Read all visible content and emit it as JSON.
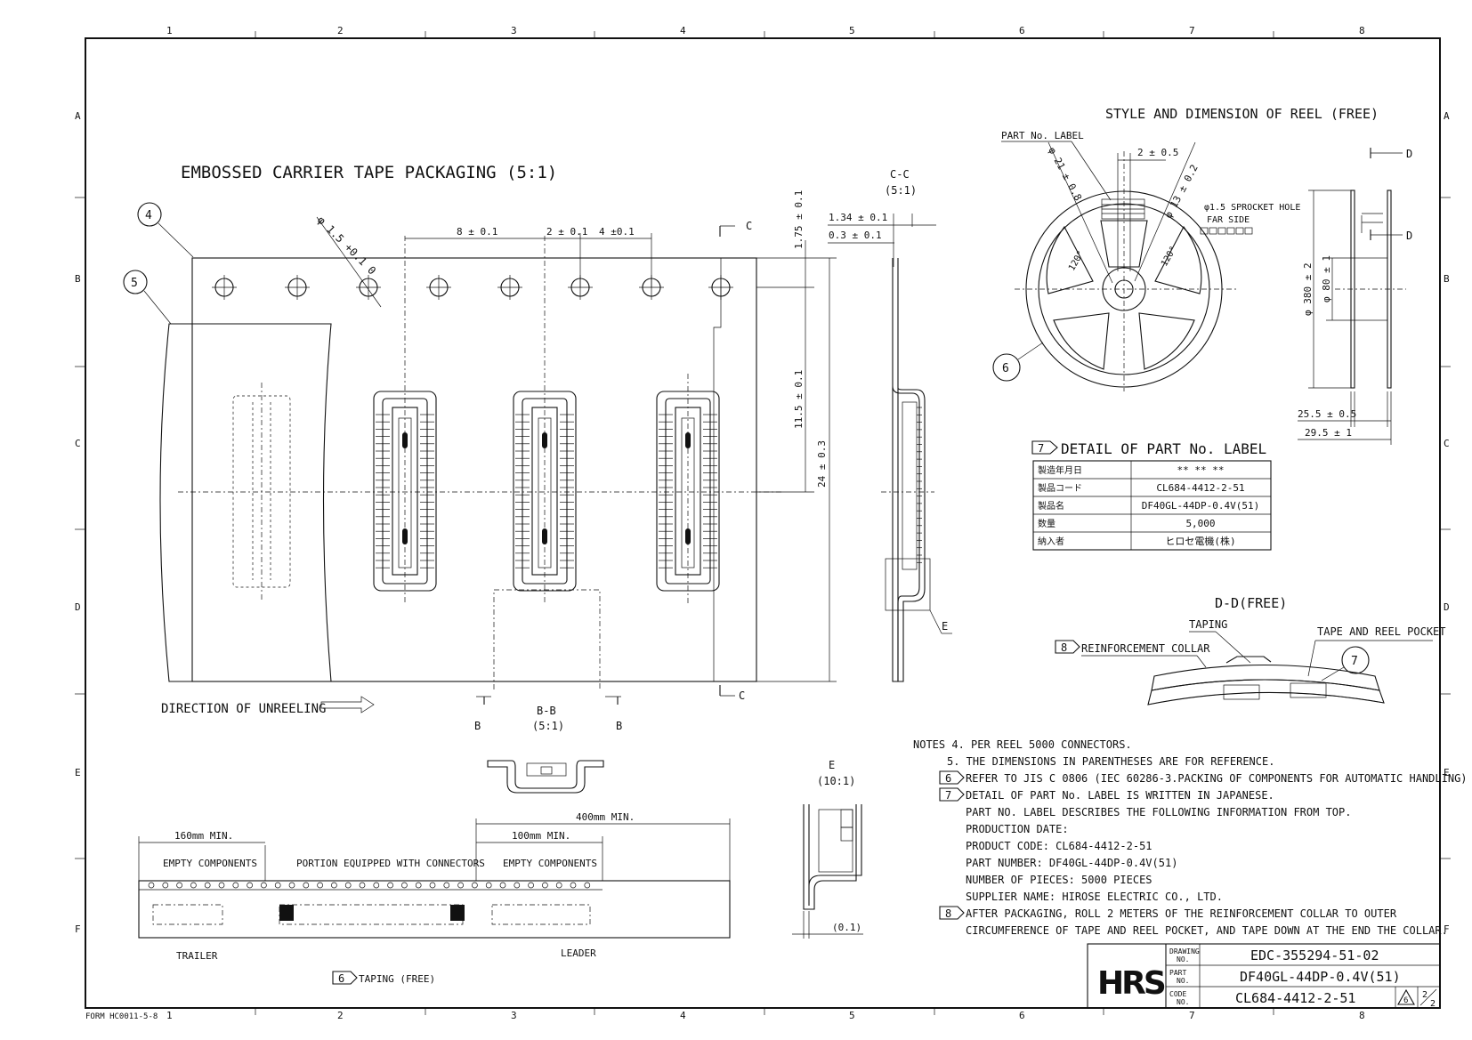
{
  "grid": {
    "top_columns": [
      "1",
      "2",
      "3",
      "4",
      "5",
      "6",
      "7",
      "8"
    ],
    "bottom_columns": [
      "1",
      "2",
      "3",
      "4",
      "5",
      "6",
      "7",
      "8"
    ],
    "rows": [
      "A",
      "B",
      "C",
      "D",
      "E",
      "F"
    ],
    "form_code": "FORM HC0011-5-8"
  },
  "tape": {
    "title": "EMBOSSED CARRIER TAPE PACKAGING (5:1)",
    "callout_4": "4",
    "callout_5": "5",
    "hole_dim": "φ 1.5 +0.1 0",
    "pitch_dim": "8 ± 0.1",
    "two_dim": "2 ± 0.1",
    "four_dim": "4 ±0.1",
    "dim_175": "1.75 ± 0.1",
    "dim_115": "11.5 ± 0.1",
    "dim_24": "24 ± 0.3",
    "section_c": "C",
    "direction_label": "DIRECTION OF UNREELING",
    "section_b": "B",
    "bb_title": "B-B",
    "bb_scale": "(5:1)"
  },
  "cc": {
    "title": "C-C",
    "scale": "(5:1)",
    "dim_134": "1.34 ± 0.1",
    "dim_03": "0.3 ± 0.1",
    "e_label": "E"
  },
  "reel": {
    "title": "STYLE AND DIMENSION OF REEL (FREE)",
    "part_label": "PART No. LABEL",
    "dim_21": "φ 21 ± 0.8",
    "dim_2": "2 ± 0.5",
    "dim_13": "φ 13 ± 0.2",
    "sprocket_note_1": "φ1.5 SPROCKET HOLE",
    "sprocket_note_2": "FAR SIDE",
    "angle": "120°",
    "callout_6": "6",
    "dim_380": "φ 380 ± 2",
    "dim_80": "φ 80 ± 1",
    "dim_255": "25.5 ± 0.5",
    "dim_295": "29.5 ± 1",
    "section_d": "D"
  },
  "label_detail": {
    "num": "7",
    "title": "DETAIL OF PART No. LABEL",
    "rows": [
      {
        "key": "製造年月日",
        "value": "**  **  **"
      },
      {
        "key": "製品コード",
        "value": "CL684-4412-2-51"
      },
      {
        "key": "製品名",
        "value": "DF40GL-44DP-0.4V(51)"
      },
      {
        "key": "数量",
        "value": "5,000"
      },
      {
        "key": "納入者",
        "value": "ヒロセ電機(株)"
      }
    ]
  },
  "dd": {
    "title": "D-D(FREE)",
    "taping": "TAPING",
    "pocket": "TAPE AND REEL POCKET",
    "collar_num": "8",
    "collar": "REINFORCEMENT COLLAR",
    "callout_7": "7"
  },
  "e_view": {
    "title": "E",
    "scale": "(10:1)",
    "dim": "(0.1)"
  },
  "taping": {
    "dim_400": "400mm MIN.",
    "dim_160": "160mm MIN.",
    "dim_100": "100mm MIN.",
    "empty_1": "EMPTY COMPONENTS",
    "portion": "PORTION EQUIPPED WITH CONNECTORS",
    "empty_2": "EMPTY COMPONENTS",
    "trailer": "TRAILER",
    "leader": "LEADER",
    "num": "6",
    "label": "TAPING (FREE)"
  },
  "notes": {
    "n4": "NOTES 4. PER REEL 5000 CONNECTORS.",
    "n5": "5. THE DIMENSIONS IN PARENTHESES ARE FOR REFERENCE.",
    "n6_num": "6",
    "n6": "REFER TO JIS C 0806 (IEC 60286-3.PACKING OF COMPONENTS FOR AUTOMATIC HANDLING)",
    "n7_num": "7",
    "n7": "DETAIL OF PART No. LABEL IS WRITTEN IN JAPANESE.",
    "n7a": "PART NO. LABEL DESCRIBES THE FOLLOWING INFORMATION FROM TOP.",
    "n7b": "PRODUCTION DATE:",
    "n7c": "PRODUCT CODE: CL684-4412-2-51",
    "n7d": "PART NUMBER: DF40GL-44DP-0.4V(51)",
    "n7e": "NUMBER OF PIECES: 5000 PIECES",
    "n7f": "SUPPLIER NAME: HIROSE ELECTRIC CO., LTD.",
    "n8_num": "8",
    "n8": "AFTER PACKAGING, ROLL 2 METERS OF THE REINFORCEMENT COLLAR TO OUTER",
    "n8b": "CIRCUMFERENCE OF TAPE AND REEL POCKET, AND TAPE DOWN AT THE END THE COLLAR."
  },
  "title_block": {
    "logo": "HRS",
    "drawing_lbl1": "DRAWING",
    "drawing_lbl2": "NO.",
    "drawing_no": "EDC-355294-51-02",
    "part_lbl1": "PART",
    "part_lbl2": "NO.",
    "part_no": "DF40GL-44DP-0.4V(51)",
    "code_lbl1": "CODE",
    "code_lbl2": "NO.",
    "code_no": "CL684-4412-2-51",
    "rev": "6",
    "sheet_num": "2",
    "sheet_den": "2"
  }
}
